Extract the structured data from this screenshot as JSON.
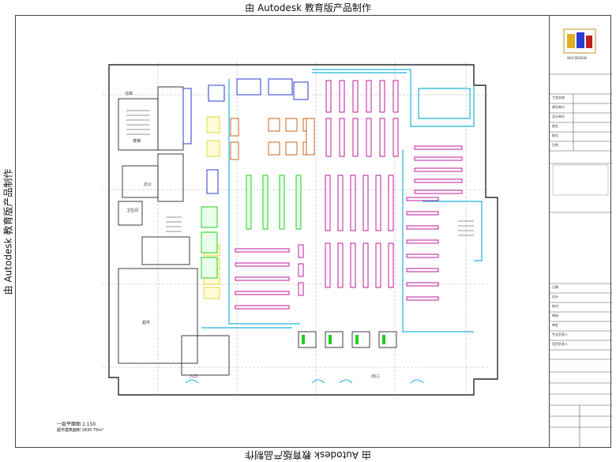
{
  "watermark": {
    "text": "由 Autodesk 教育版产品制作"
  },
  "plan": {
    "title": "一层平面图",
    "scale": "1:150",
    "area_note": "超市建筑面积 1835.75m²"
  },
  "rooms": [
    {
      "id": "storage",
      "label": "仓库"
    },
    {
      "id": "office",
      "label": "办公"
    },
    {
      "id": "stair1",
      "label": "楼梯"
    },
    {
      "id": "wc",
      "label": "卫生间"
    },
    {
      "id": "entry",
      "label": "入口"
    },
    {
      "id": "exit",
      "label": "出口"
    },
    {
      "id": "big-room",
      "label": "超市"
    }
  ],
  "title_block": {
    "logo_text": "WUI DESIGN",
    "rows": [
      "工程名称",
      "建设单位",
      "设计单位",
      "图名",
      "图号",
      "比例",
      "日期",
      "设计",
      "校对",
      "审核",
      "审定",
      "专业负责人",
      "项目负责人"
    ]
  },
  "colors": {
    "wall": "#2a2a2a",
    "shelf_magenta": "#c2189b",
    "shelf_green": "#1fcf1f",
    "shelf_orange": "#c8641e",
    "shelf_yellow": "#e0d83a",
    "cyan_wall": "#1fb4d8",
    "blue_equipment": "#2a3bd0",
    "dim_line": "#26b050"
  }
}
